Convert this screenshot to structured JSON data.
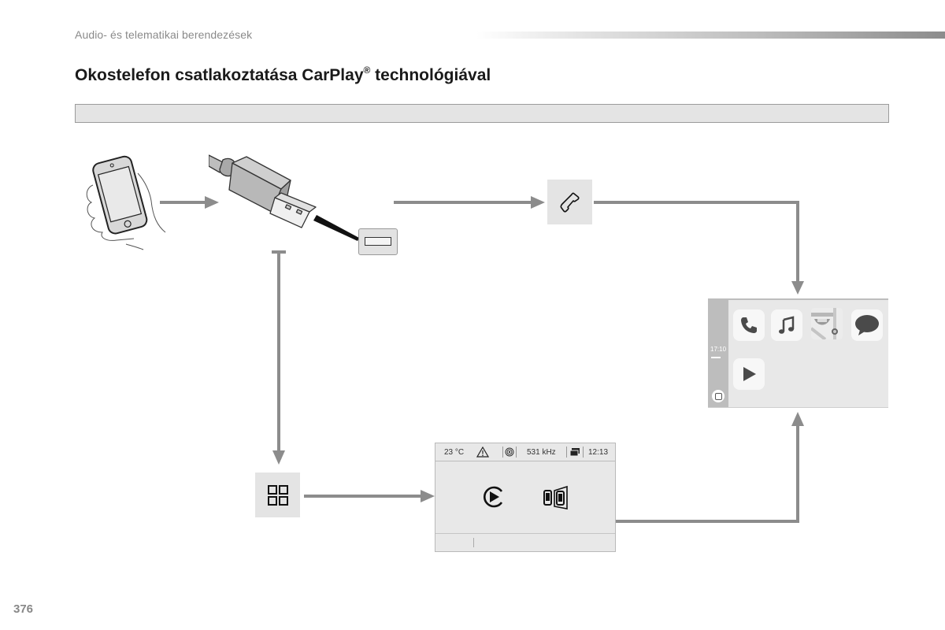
{
  "header": {
    "section": "Audio- és telematikai berendezések",
    "title_main": "Okostelefon csatlakoztatása CarPlay",
    "title_reg": "®",
    "title_end": " technológiával"
  },
  "page_number": "376",
  "diagram": {
    "steps": [
      {
        "id": "smartphone",
        "icon": "smartphone-in-hand-icon"
      },
      {
        "id": "usb",
        "icon": "usb-plug-icon"
      },
      {
        "id": "usb-port",
        "icon": "usb-port-icon"
      },
      {
        "id": "phone-button",
        "icon": "phone-handset-icon"
      },
      {
        "id": "apps-button",
        "icon": "apps-grid-icon"
      }
    ],
    "radio_screen": {
      "temperature": "23 °C",
      "frequency": "531 kHz",
      "clock": "12:13",
      "icons": [
        "warning-icon",
        "radio-signal-icon",
        "media-icon",
        "carplay-play-icon",
        "phone-projection-icon"
      ]
    },
    "carplay_screen": {
      "time": "17:10",
      "apps": [
        "phone",
        "music",
        "maps",
        "messages",
        "now-playing"
      ]
    }
  },
  "colors": {
    "arrow": "#8c8c8c",
    "tile": "#e4e4e4",
    "banner": "#e4e4e4"
  }
}
